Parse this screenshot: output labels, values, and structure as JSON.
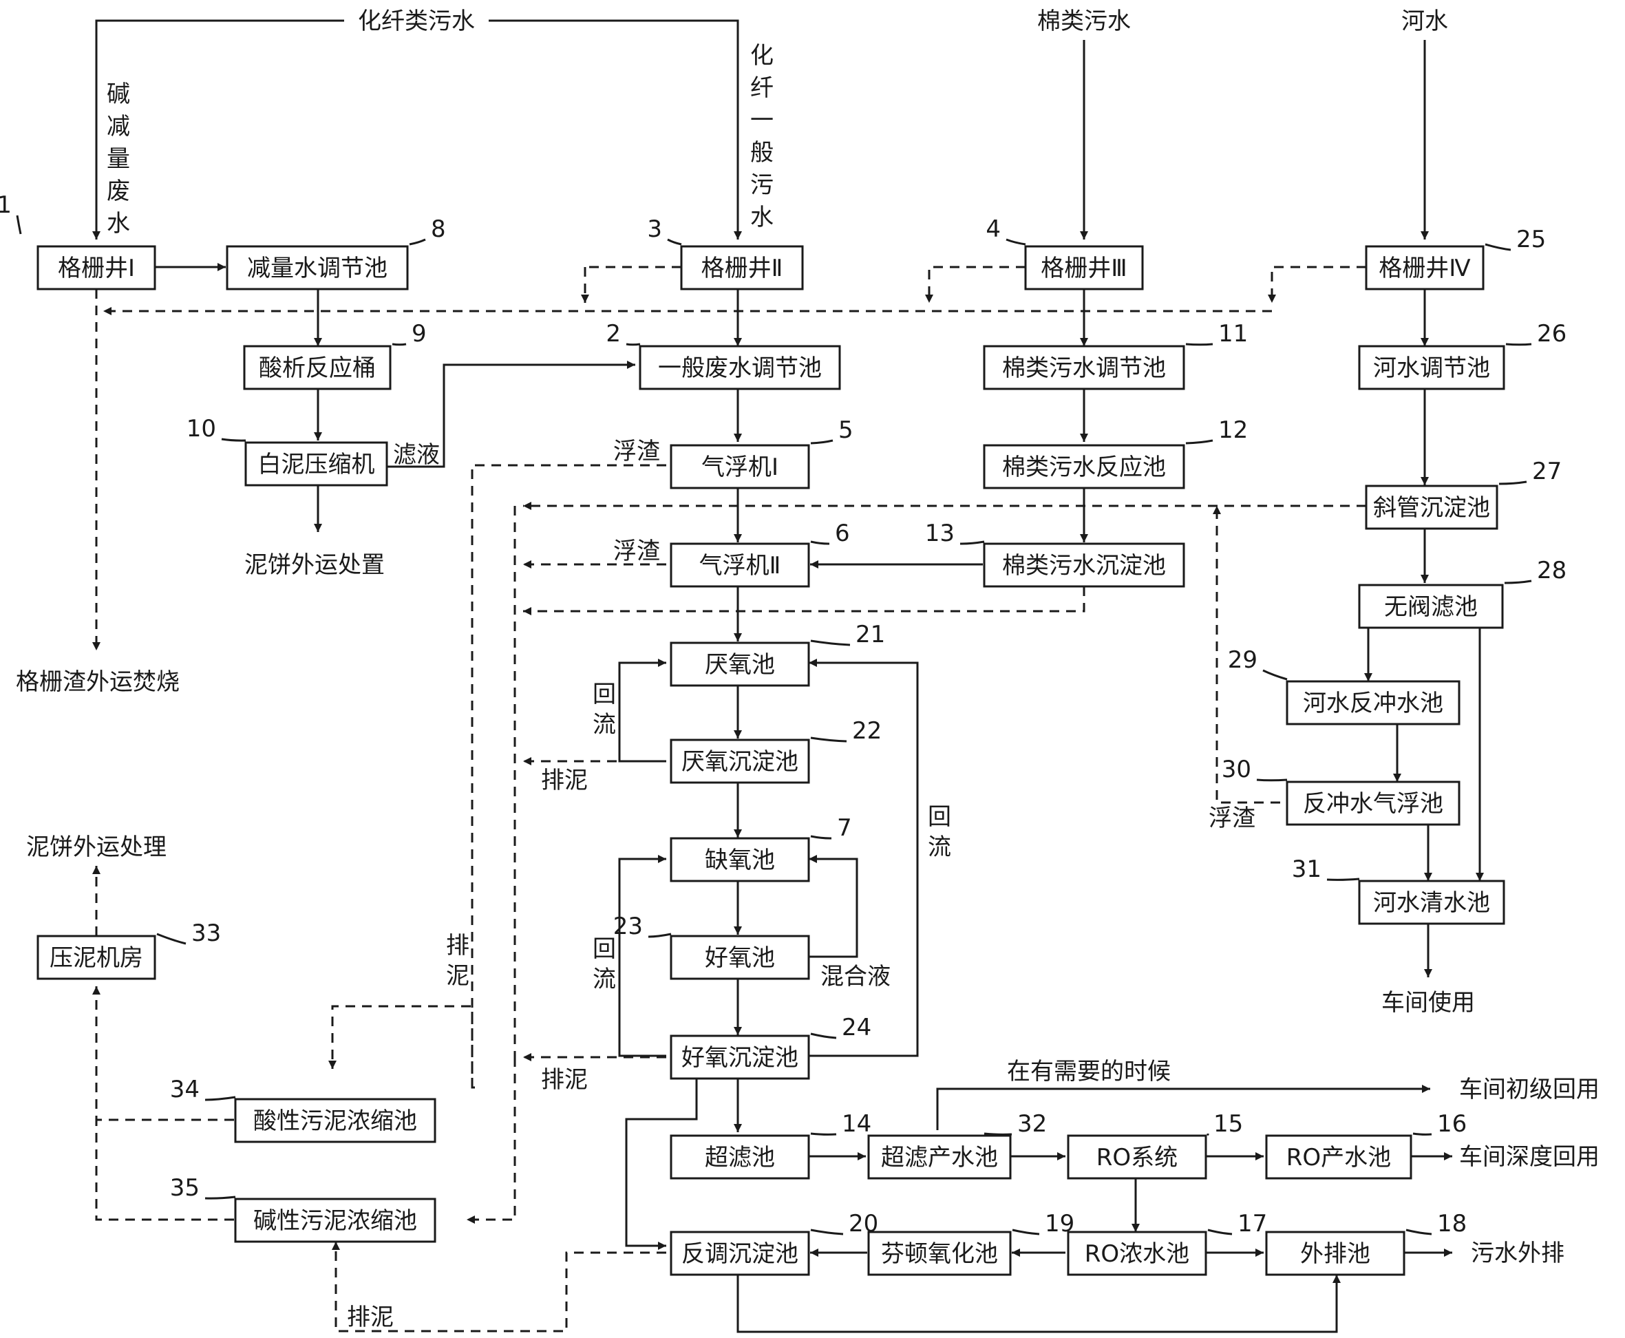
{
  "nodes": {
    "n1": {
      "label": "格栅井Ⅰ",
      "num": "1"
    },
    "n8": {
      "label": "减量水调节池",
      "num": "8"
    },
    "n3": {
      "label": "格栅井Ⅱ",
      "num": "3"
    },
    "n4": {
      "label": "格栅井Ⅲ",
      "num": "4"
    },
    "n25": {
      "label": "格栅井Ⅳ",
      "num": "25"
    },
    "n9": {
      "label": "酸析反应桶",
      "num": "9"
    },
    "n2": {
      "label": "一般废水调节池",
      "num": "2"
    },
    "n11": {
      "label": "棉类污水调节池",
      "num": "11"
    },
    "n26": {
      "label": "河水调节池",
      "num": "26"
    },
    "n10": {
      "label": "白泥压缩机",
      "num": "10"
    },
    "n5": {
      "label": "气浮机Ⅰ",
      "num": "5"
    },
    "n12": {
      "label": "棉类污水反应池",
      "num": "12"
    },
    "n27": {
      "label": "斜管沉淀池",
      "num": "27"
    },
    "n6": {
      "label": "气浮机Ⅱ",
      "num": "6"
    },
    "n13": {
      "label": "棉类污水沉淀池",
      "num": "13"
    },
    "n28": {
      "label": "无阀滤池",
      "num": "28"
    },
    "n21": {
      "label": "厌氧池",
      "num": "21"
    },
    "n29": {
      "label": "河水反冲水池",
      "num": "29"
    },
    "n22": {
      "label": "厌氧沉淀池",
      "num": "22"
    },
    "n30": {
      "label": "反冲水气浮池",
      "num": "30"
    },
    "n7": {
      "label": "缺氧池",
      "num": "7"
    },
    "n31": {
      "label": "河水清水池",
      "num": "31"
    },
    "n33": {
      "label": "压泥机房",
      "num": "33"
    },
    "n23": {
      "label": "好氧池",
      "num": "23"
    },
    "n24": {
      "label": "好氧沉淀池",
      "num": "24"
    },
    "n34": {
      "label": "酸性污泥浓缩池",
      "num": "34"
    },
    "n14": {
      "label": "超滤池",
      "num": "14"
    },
    "n32": {
      "label": "超滤产水池",
      "num": "32"
    },
    "n15": {
      "label": "RO系统",
      "num": "15"
    },
    "n16": {
      "label": "RO产水池",
      "num": "16"
    },
    "n35": {
      "label": "碱性污泥浓缩池",
      "num": "35"
    },
    "n20": {
      "label": "反调沉淀池",
      "num": "20"
    },
    "n19": {
      "label": "芬顿氧化池",
      "num": "19"
    },
    "n17": {
      "label": "RO浓水池",
      "num": "17"
    },
    "n18": {
      "label": "外排池",
      "num": "18"
    }
  },
  "labels": {
    "chemical_fiber_wastewater": "化纤类污水",
    "cotton_wastewater": "棉类污水",
    "river_water": "河水",
    "alkali_reduction_wastewater": "碱减量废水",
    "fiber_general_wastewater": "化纤一般污水",
    "filtrate": "滤液",
    "mud_cake_disposal": "泥饼外运处置",
    "screen_residue_incineration": "格栅渣外运焚烧",
    "scum_1": "浮渣",
    "scum_2": "浮渣",
    "scum_3": "浮渣",
    "reflux_1": "回流",
    "reflux_2": "回流",
    "reflux_3": "回流",
    "sludge_discharge_1": "排泥",
    "sludge_discharge_2": "排泥",
    "sludge_discharge_3": "排泥",
    "sludge_discharge_4": "排泥",
    "mixed_liquor": "混合液",
    "workshop_use": "车间使用",
    "mud_cake_treatment": "泥饼外运处理",
    "when_needed": "在有需要的时候",
    "workshop_primary_reuse": "车间初级回用",
    "workshop_deep_reuse": "车间深度回用",
    "sewage_discharge": "污水外排"
  },
  "colors": {
    "line": "#1a1a1a",
    "background": "#ffffff"
  }
}
